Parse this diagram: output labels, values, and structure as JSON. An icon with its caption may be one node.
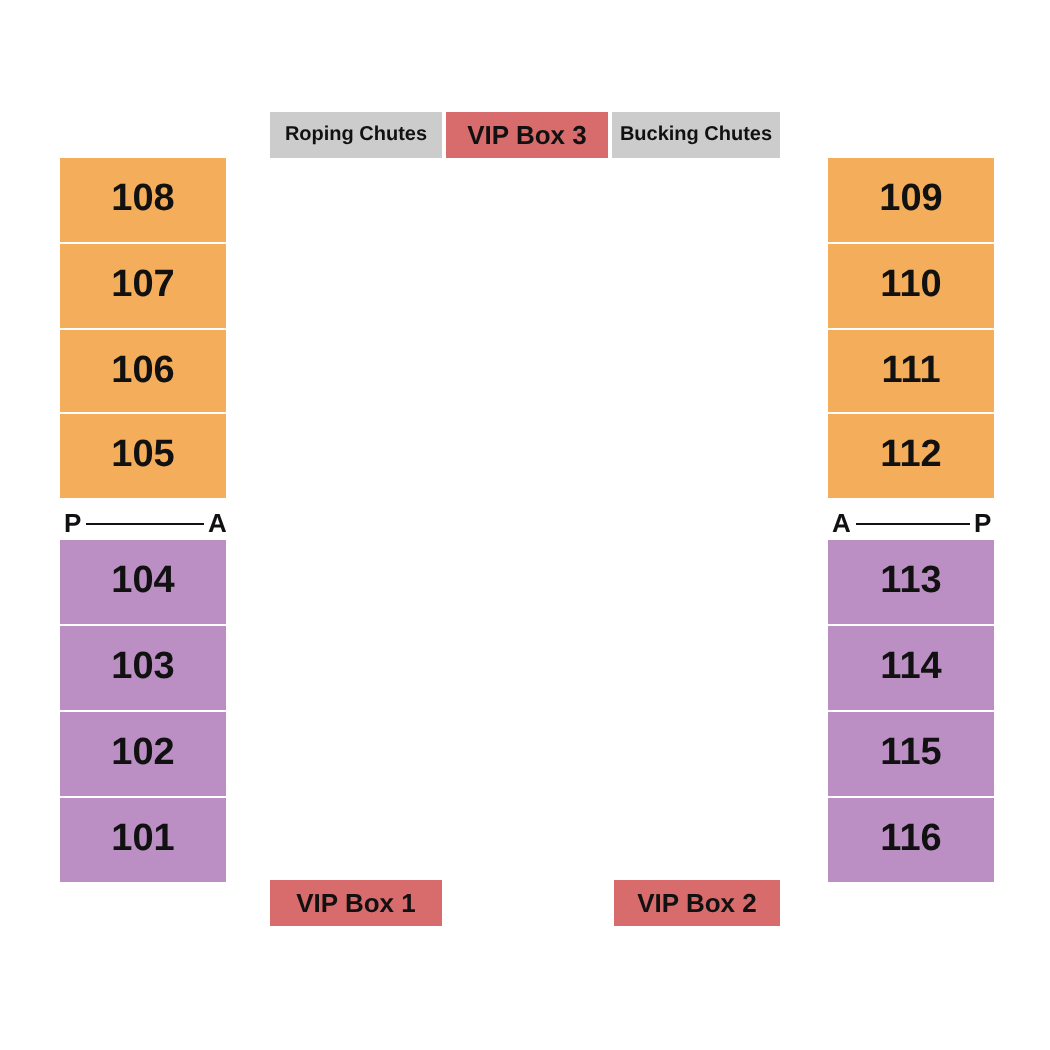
{
  "diagram": {
    "nodes": [
      {
        "text": [
          "Roping Chutes"
        ]
      },
      {
        "text": [
          "VIP Box 3"
        ]
      },
      {
        "text": [
          "Bucking Chutes"
        ]
      },
      {
        "text": [
          "108"
        ]
      },
      {
        "text": [
          "109"
        ]
      },
      {
        "text": [
          "107"
        ]
      },
      {
        "text": [
          "110"
        ]
      },
      {
        "text": [
          "106"
        ]
      },
      {
        "text": [
          "111"
        ]
      },
      {
        "text": [
          "105"
        ]
      },
      {
        "text": [
          "112"
        ]
      },
      {
        "text": [
          "104"
        ]
      },
      {
        "text": [
          "113"
        ]
      },
      {
        "text": [
          "103"
        ]
      },
      {
        "text": [
          "114"
        ]
      },
      {
        "text": [
          "102"
        ]
      },
      {
        "text": [
          "115"
        ]
      },
      {
        "text": [
          "101"
        ]
      },
      {
        "text": [
          "116"
        ]
      },
      {
        "text": [
          "VIP Box 1"
        ]
      },
      {
        "text": [
          "VIP Box 2"
        ]
      }
    ],
    "edges": [],
    "labels": [
      "P",
      "A",
      "A",
      "P"
    ]
  }
}
